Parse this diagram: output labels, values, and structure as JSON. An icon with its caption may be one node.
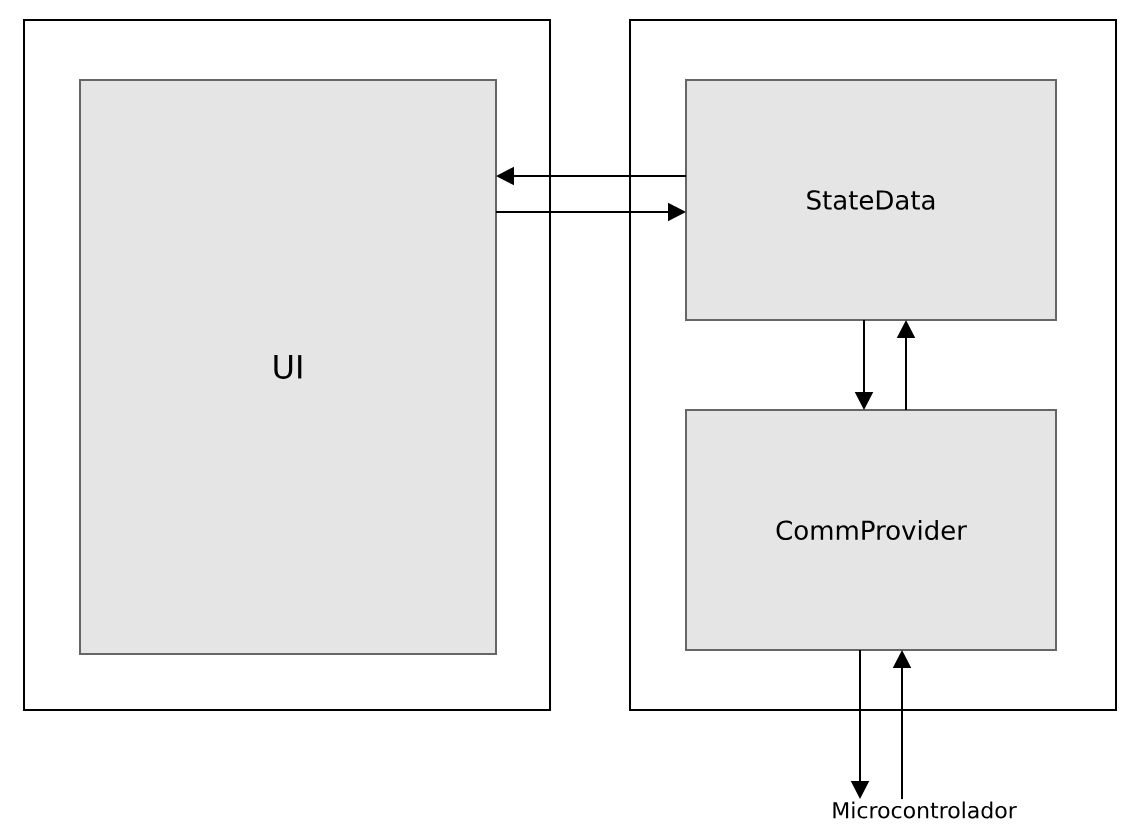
{
  "diagram": {
    "nodes": [
      {
        "text": [],
        "shape": "box"
      },
      {
        "text": [
          "UI"
        ],
        "in": 0
      },
      {
        "text": [],
        "shape": "box"
      },
      {
        "text": [
          "StateData"
        ],
        "in": 2
      },
      {
        "text": [
          "CommProvider"
        ],
        "in": 2
      },
      {
        "text": [
          "Microcontrolador"
        ]
      }
    ],
    "edges": [
      {
        "from": 3,
        "to": 1,
        "arrow": "to"
      },
      {
        "from": 1,
        "to": 3,
        "arrow": "to"
      },
      {
        "from": 3,
        "to": 4,
        "arrow": "to"
      },
      {
        "from": 4,
        "to": 3,
        "arrow": "to"
      },
      {
        "from": 4,
        "to": 5,
        "arrow": "to"
      },
      {
        "from": 5,
        "to": 4,
        "arrow": "to"
      }
    ]
  }
}
